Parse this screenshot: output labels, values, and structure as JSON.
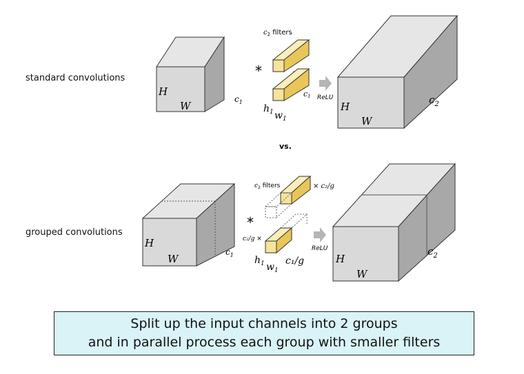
{
  "rows": {
    "standard": {
      "label": "standard convolutions",
      "in_h": "H",
      "in_w": "W",
      "in_c": "c",
      "in_c_sub": "1",
      "filters_label_c": "c",
      "filters_label_sub": "2",
      "filters_label_text": " filters",
      "op": "*",
      "f_h": "h",
      "f_h_sub": "1",
      "f_w": "w",
      "f_w_sub": "1",
      "f_c": "c",
      "f_c_sub": "1",
      "relu": "ReLU",
      "out_h": "H",
      "out_w": "W",
      "out_c": "c",
      "out_c_sub": "2"
    },
    "vs": "vs.",
    "grouped": {
      "label": "grouped convolutions",
      "in_h": "H",
      "in_w": "W",
      "in_c": "c",
      "in_c_sub": "1",
      "filters_label_c": "c",
      "filters_label_sub": "2",
      "filters_label_text": " filters",
      "times_g": "× c₂/g",
      "group_left": "c₂/g ×",
      "op": "*",
      "f_h": "h",
      "f_h_sub": "1",
      "f_w": "w",
      "f_w_sub": "1",
      "f_c": "c₁/g",
      "relu": "ReLU",
      "out_h": "H",
      "out_w": "W",
      "out_c": "c",
      "out_c_sub": "2"
    }
  },
  "caption": {
    "line1": "Split up the input channels into 2 groups",
    "line2": "and in parallel process each group with smaller filters"
  },
  "colors": {
    "cube_front": "#d9d9d9",
    "cube_top": "#e6e6e6",
    "cube_side": "#a8a8a8",
    "filter_front": "#f7e39a",
    "filter_top": "#fbeeb8",
    "filter_side": "#e9c65a",
    "arrow": "#b5b5b5",
    "caption_bg": "#d9f3f7"
  }
}
